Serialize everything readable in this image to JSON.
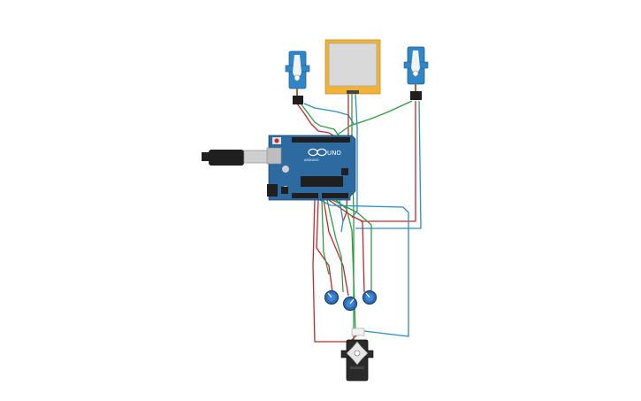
{
  "arduino": {
    "model_label": "UNO",
    "brand_label": "ARDUINO",
    "color": "#2c6aa0"
  },
  "colors": {
    "wire_red": "#c8262b",
    "wire_green": "#2e9e3f",
    "wire_blue": "#2a8fc2",
    "servo_blue": "#2f86c8",
    "servo_black": "#2a2a2a",
    "lcd_frame": "#f2b335",
    "lcd_screen": "#d9d9d9",
    "knob_blue": "#2f6db5",
    "usb_black": "#1f1f1f"
  },
  "components": [
    {
      "kind": "micro-servo",
      "count": 2,
      "color": "blue"
    },
    {
      "kind": "display",
      "count": 1
    },
    {
      "kind": "arduino-uno",
      "count": 1
    },
    {
      "kind": "potentiometer",
      "count": 3
    },
    {
      "kind": "servo",
      "count": 1,
      "color": "black"
    }
  ]
}
